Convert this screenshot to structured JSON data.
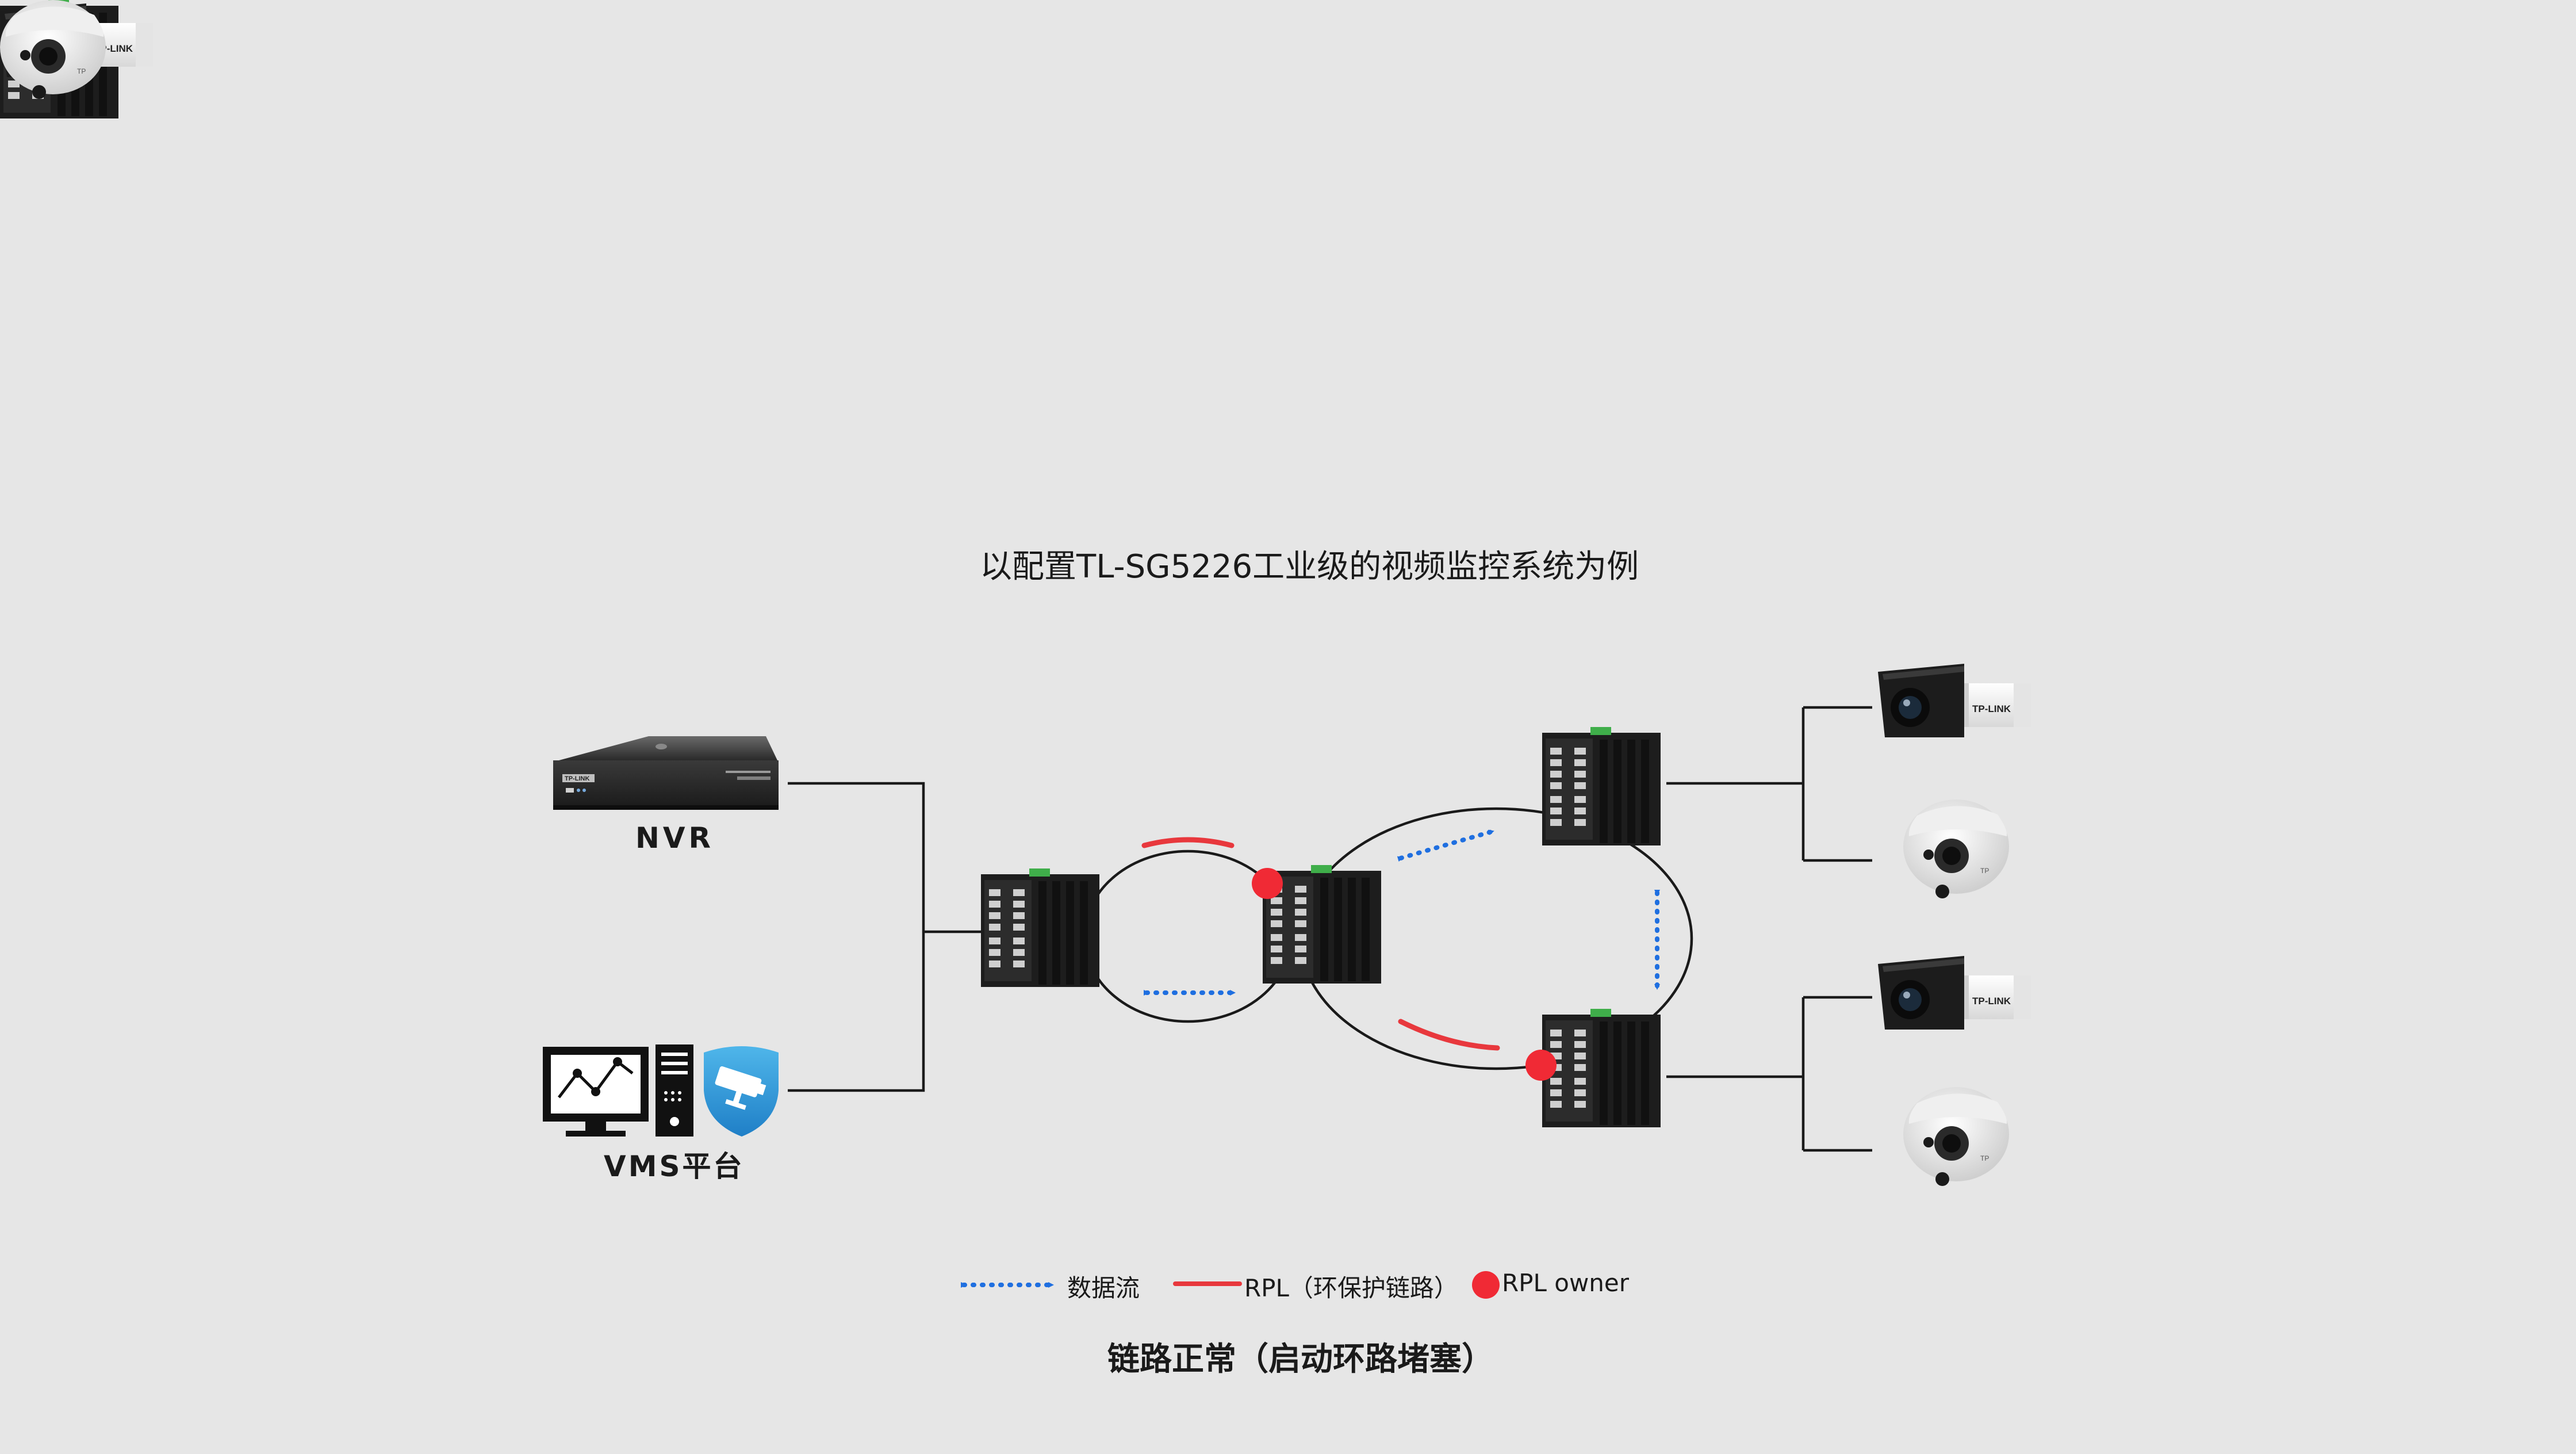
{
  "title": "以配置TL-SG5226工业级的视频监控系统为例",
  "caption": "链路正常（启动环路堵塞）",
  "devices": {
    "nvr_label": "NVR",
    "vms_label": "VMS平台",
    "nvr_brand": "TP-LINK",
    "camera_brand": "TP-LINK"
  },
  "legend": {
    "data_flow": "数据流",
    "rpl": "RPL（环保护链路）",
    "rpl_owner": "RPL owner"
  },
  "colors": {
    "background": "#e6e6e6",
    "data_flow": "#1f6fe0",
    "rpl": "#e8383d",
    "rpl_owner": "#f02a35",
    "line": "#1a1a1a"
  }
}
